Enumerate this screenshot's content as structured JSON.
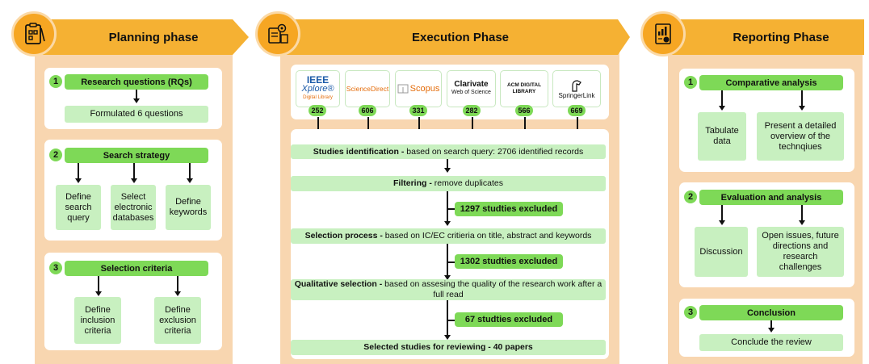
{
  "planning": {
    "title": "Planning phase",
    "rq": {
      "num": "1",
      "label": "Research questions (RQs)",
      "result": "Formulated 6 questions"
    },
    "strategy": {
      "num": "2",
      "label": "Search strategy",
      "items": [
        "Define search query",
        "Select electronic databases",
        "Define keywords"
      ]
    },
    "criteria": {
      "num": "3",
      "label": "Selection criteria",
      "items": [
        "Define inclusion criteria",
        "Define exclusion criteria"
      ]
    }
  },
  "execution": {
    "title": "Execution Phase",
    "databases": [
      {
        "logo_main": "IEEE",
        "logo_sub": "Xplore®",
        "logo_small": "Digital Library",
        "count": "252"
      },
      {
        "logo_main": "ScienceDirect",
        "count": "606"
      },
      {
        "logo_main": "Scopus",
        "count": "331"
      },
      {
        "logo_main": "Clarivate",
        "logo_sub": "Web of Science",
        "count": "282"
      },
      {
        "logo_main": "ACM DIGITAL LIBRARY",
        "count": "566"
      },
      {
        "logo_main": "SpringerLink",
        "count": "669"
      }
    ],
    "steps": {
      "identification": {
        "bold": "Studies identification -",
        "rest": " based on search query: 2706 identified records"
      },
      "filtering": {
        "bold": "Filtering -",
        "rest": " remove duplicates"
      },
      "excl1": "1297 studties excluded",
      "selection": {
        "bold": "Selection process -",
        "rest": " based on  IC/EC critieria on title, abstract and keywords"
      },
      "excl2": "1302 studties excluded",
      "qualitative": {
        "bold": "Qualitative selection -",
        "rest": " based on assesing the quality of the research work after a full read"
      },
      "excl3": "67 studties excluded",
      "final": "Selected studies for reviewing - 40 papers"
    }
  },
  "reporting": {
    "title": "Reporting Phase",
    "comparative": {
      "num": "1",
      "label": "Comparative analysis",
      "items": [
        "Tabulate data",
        "Present a detailed overview of the technqiues"
      ]
    },
    "evaluation": {
      "num": "2",
      "label": "Evaluation and analysis",
      "items": [
        "Discussion",
        "Open issues, future directions and research challenges"
      ]
    },
    "conclusion": {
      "num": "3",
      "label": "Conclusion",
      "result": "Conclude the review"
    }
  },
  "colors": {
    "orange": "#f5b133",
    "peach": "#f8d6b0",
    "green": "#7ed957",
    "light_green": "#c8f0c0"
  },
  "icons": [
    "planning-clipboard-icon",
    "execution-gear-document-icon",
    "reporting-chart-document-icon"
  ]
}
